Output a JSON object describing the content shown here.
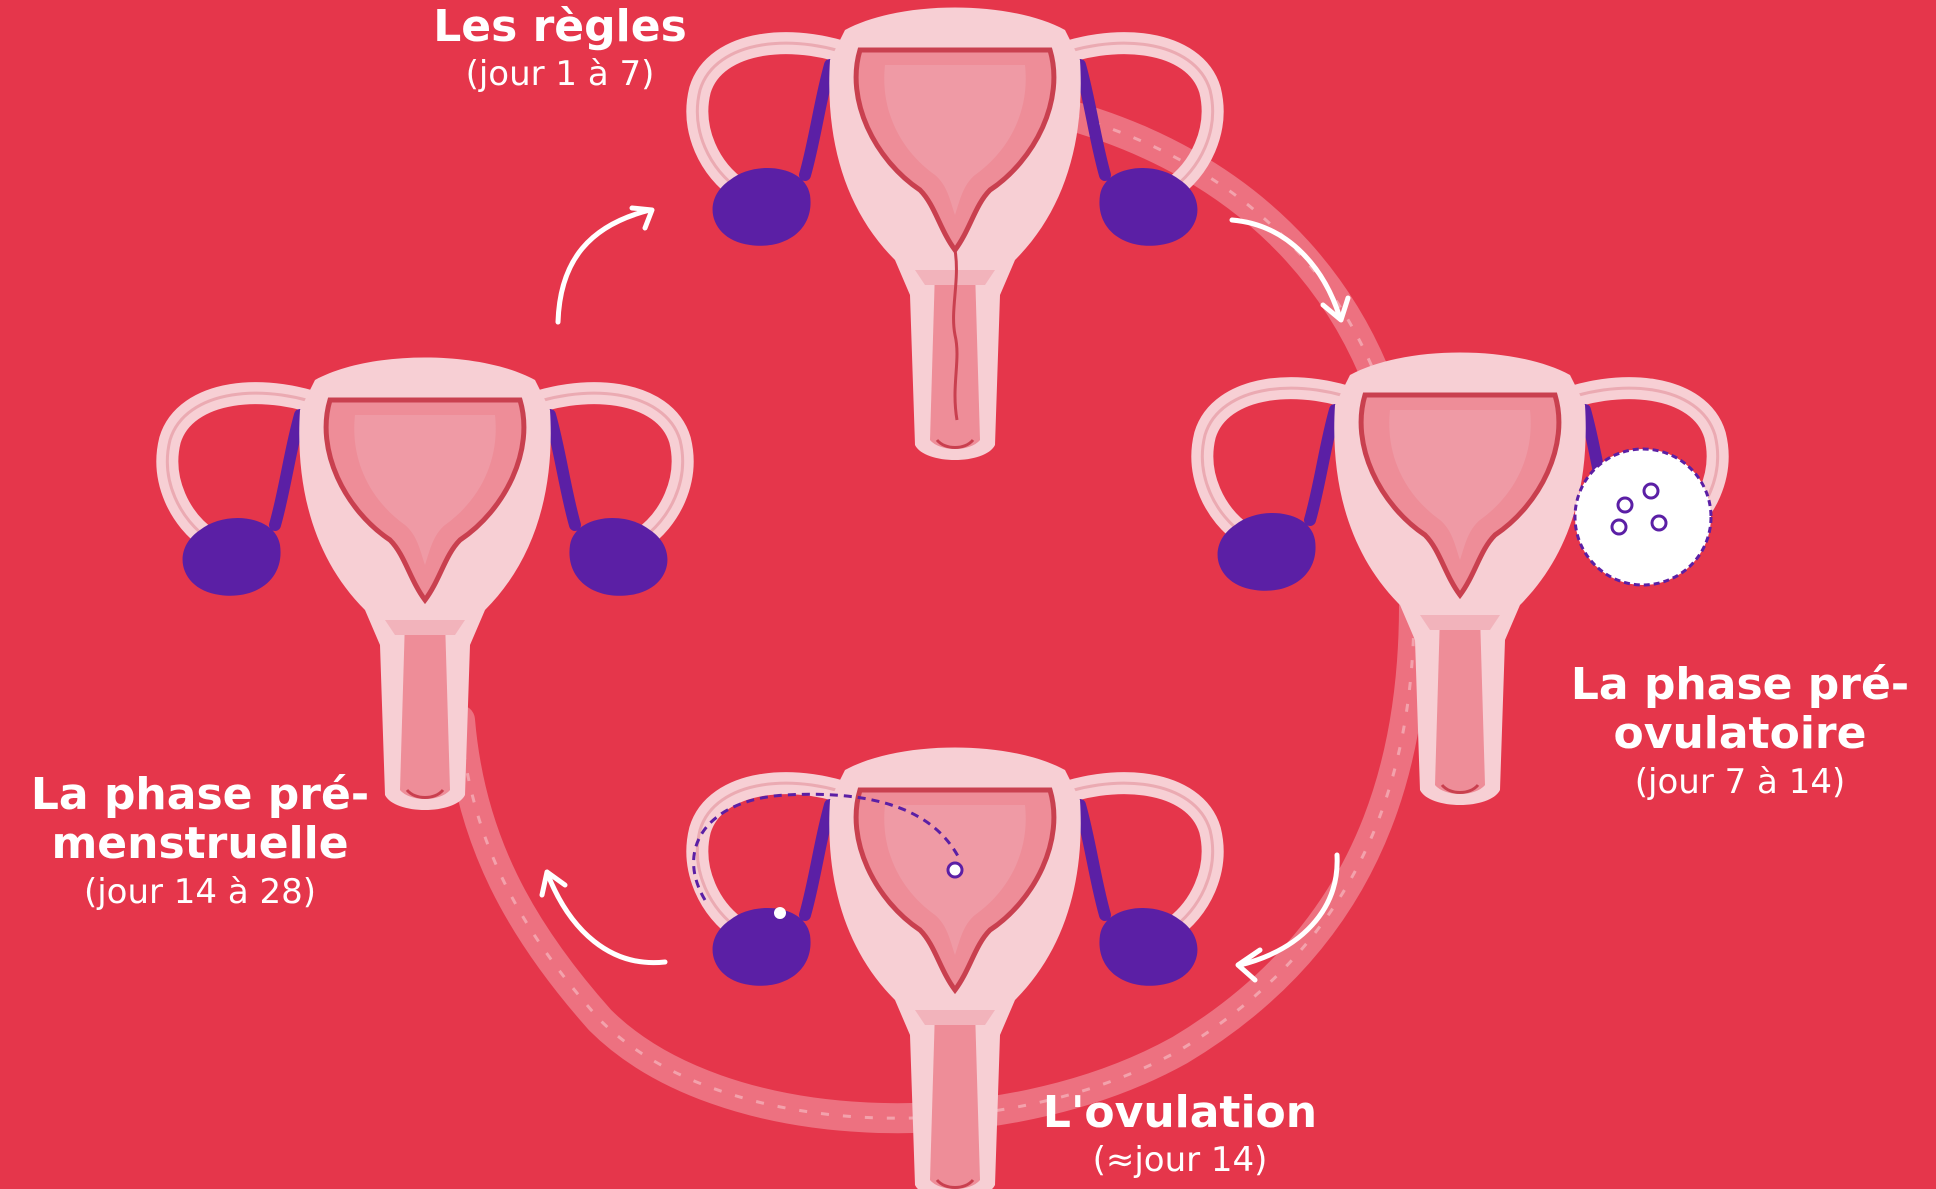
{
  "colors": {
    "background": "#e5364b",
    "tissue_light": "#f7cfd4",
    "tissue_mid": "#ee8d98",
    "tissue_dark": "#c9404f",
    "ovary": "#5b1fa5",
    "cycle_ring": "#f4a3ad",
    "arrow": "#ffffff"
  },
  "phases": [
    {
      "title": "Les règles",
      "subtitle": "(jour 1 à 7)"
    },
    {
      "title": "La phase pré-ovulatoire",
      "subtitle": "(jour 7 à 14)"
    },
    {
      "title": "L'ovulation",
      "subtitle": "(≈jour 14)"
    },
    {
      "title": "La phase pré-menstruelle",
      "subtitle": "(jour 14 à 28)"
    }
  ],
  "icons": [
    "uterus-icon",
    "ovary-icon",
    "follicle-icon",
    "egg-icon",
    "cycle-arrow-icon"
  ]
}
